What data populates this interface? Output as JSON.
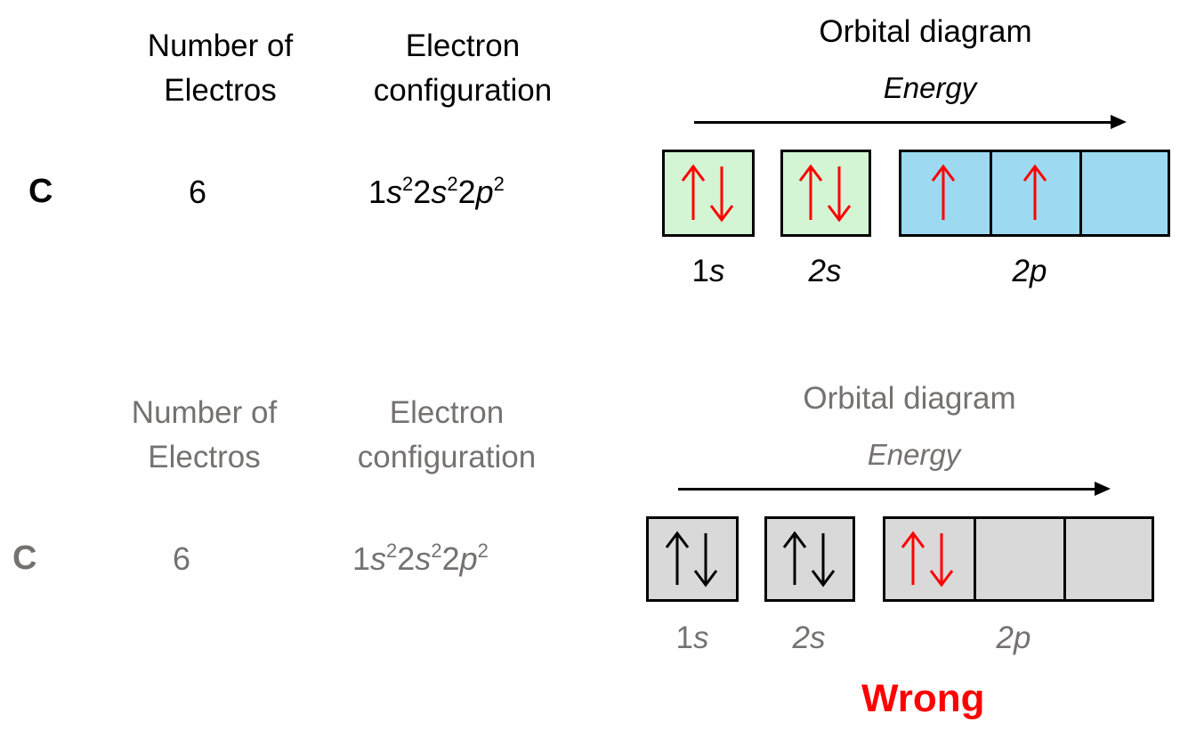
{
  "colors": {
    "top_text": "#000000",
    "bottom_text": "#767171",
    "electron_red": "#ff0000",
    "electron_black": "#000000",
    "s_box_fill": "#d4f5d4",
    "p_box_fill_correct": "#9dd9f0",
    "box_fill_gray": "#d9d9d9",
    "wrong_label": "#ff0000"
  },
  "correct": {
    "headers": {
      "electrons_line1": "Number of",
      "electrons_line2": "Electros",
      "config_line1": "Electron",
      "config_line2": "configuration",
      "orbital_title": "Orbital diagram",
      "energy": "Energy"
    },
    "row": {
      "element": "C",
      "electrons": "6",
      "config_parts": [
        "1",
        "s",
        "2",
        "2",
        "s",
        "2",
        "2",
        "p",
        "2"
      ]
    },
    "orbitals": [
      {
        "label_num": "1",
        "label_letter": "s",
        "boxes": [
          [
            "up",
            "down"
          ]
        ]
      },
      {
        "label_num": "2",
        "label_letter": "s",
        "boxes": [
          [
            "up",
            "down"
          ]
        ]
      },
      {
        "label_num": "2",
        "label_letter": "p",
        "boxes": [
          [
            "up"
          ],
          [
            "up"
          ],
          []
        ]
      }
    ]
  },
  "incorrect": {
    "headers": {
      "electrons_line1": "Number of",
      "electrons_line2": "Electros",
      "config_line1": "Electron",
      "config_line2": "configuration",
      "orbital_title": "Orbital diagram",
      "energy": "Energy"
    },
    "row": {
      "element": "C",
      "electrons": "6",
      "config_parts": [
        "1",
        "s",
        "2",
        "2",
        "s",
        "2",
        "2",
        "p",
        "2"
      ]
    },
    "orbitals": [
      {
        "label_num": "1",
        "label_letter": "s",
        "boxes": [
          [
            "up",
            "down"
          ]
        ]
      },
      {
        "label_num": "2",
        "label_letter": "s",
        "boxes": [
          [
            "up",
            "down"
          ]
        ]
      },
      {
        "label_num": "2",
        "label_letter": "p",
        "boxes": [
          [
            "up",
            "down"
          ],
          [],
          []
        ]
      }
    ],
    "verdict": "Wrong"
  }
}
